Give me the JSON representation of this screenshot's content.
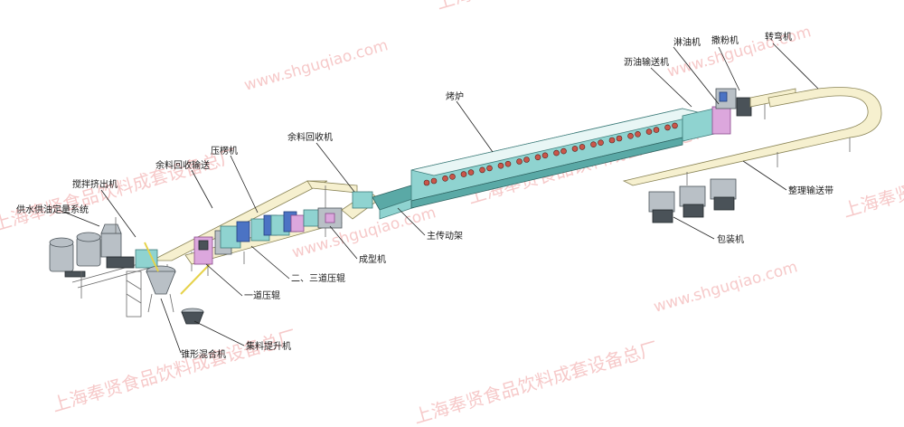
{
  "watermarks": {
    "url": "www.shguqiao.com",
    "company": "上海奉贤食品饮料成套设备总厂"
  },
  "labels": {
    "water_oil_system": "供水供油定量系统",
    "mixer_extruder": "搅拌挤出机",
    "scrap_return_conveyor": "余料回收输送",
    "calender": "压楞机",
    "scrap_recycler": "余料回收机",
    "oven": "烤炉",
    "oil_spray_conveyor": "沥油输送机",
    "oil_sprayer": "淋油机",
    "powder_sprinkler": "撒粉机",
    "turning_machine": "转弯机",
    "sorting_conveyor": "整理输送带",
    "packaging_machine": "包装机",
    "main_drive_frame": "主传动架",
    "forming_machine": "成型机",
    "second_third_rollers": "二、三道压辊",
    "first_roller": "一道压辊",
    "collector_lifter": "集料提升机",
    "cone_mixer": "锥形混合机"
  }
}
